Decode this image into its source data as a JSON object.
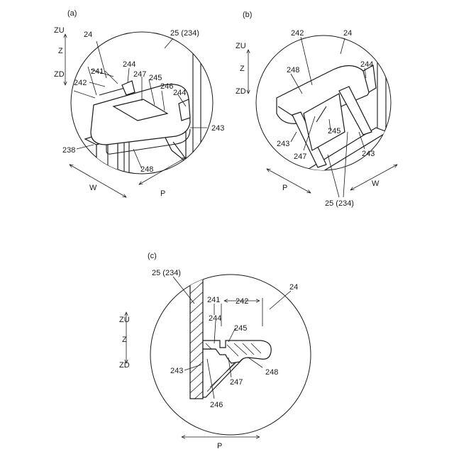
{
  "panel_a": {
    "caption": "(a)",
    "axis": {
      "up": "ZU",
      "mid": "Z",
      "down": "ZD"
    },
    "labels": {
      "l24": "24",
      "l25": "25 (234)",
      "l244a": "244",
      "l241": "241",
      "l247": "247",
      "l242": "242",
      "l245": "245",
      "l246": "246",
      "l244b": "244",
      "l243": "243",
      "l238": "238",
      "l248": "248"
    },
    "dir_w": "W",
    "dir_p": "P"
  },
  "panel_b": {
    "caption": "(b)",
    "axis": {
      "up": "ZU",
      "mid": "Z",
      "down": "ZD"
    },
    "labels": {
      "l242": "242",
      "l24": "24",
      "l248": "248",
      "l244": "244",
      "l245": "245",
      "l243a": "243",
      "l247": "247",
      "l243b": "243",
      "l25": "25 (234)"
    },
    "dir_p": "P",
    "dir_w": "W"
  },
  "panel_c": {
    "caption": "(c)",
    "axis": {
      "up": "ZU",
      "mid": "Z",
      "down": "ZD"
    },
    "labels": {
      "l25": "25 (234)",
      "l24": "24",
      "l241": "241",
      "l242": "242",
      "l244": "244",
      "l245": "245",
      "l243": "243",
      "l247": "247",
      "l248": "248",
      "l246": "246"
    },
    "dir_p": "P"
  }
}
